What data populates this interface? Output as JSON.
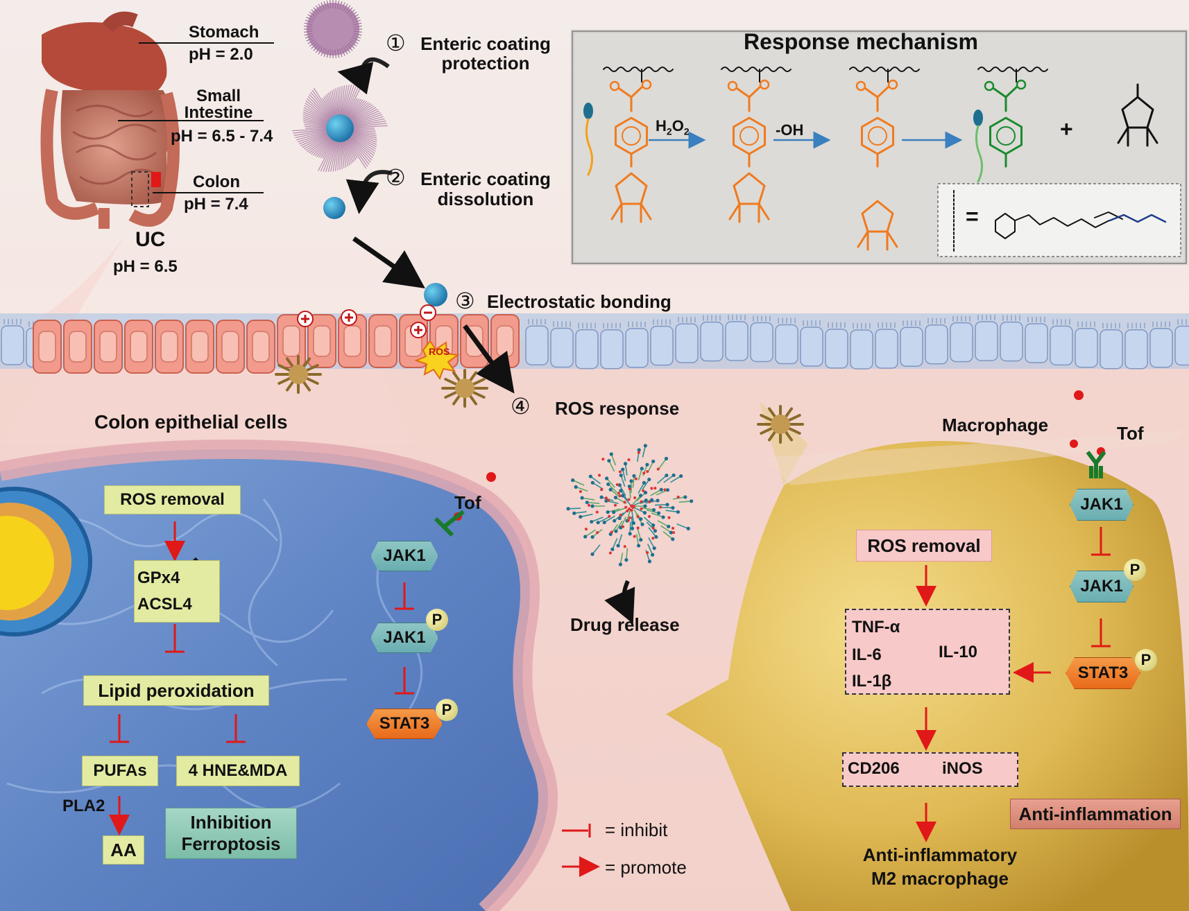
{
  "gut": {
    "stomach": "Stomach",
    "stomach_ph": "pH = 2.0",
    "small_intestine_1": "Small",
    "small_intestine_2": "Intestine",
    "small_intestine_ph": "pH = 6.5 - 7.4",
    "colon": "Colon",
    "colon_ph": "pH = 7.4",
    "uc": "UC",
    "uc_ph": "pH = 6.5"
  },
  "steps": {
    "n1": "①",
    "s1_line1": "Enteric coating",
    "s1_line2": "protection",
    "n2": "②",
    "s2_line1": "Enteric coating",
    "s2_line2": "dissolution",
    "n3": "③",
    "s3": "Electrostatic bonding",
    "n4": "④",
    "s4": "ROS response",
    "drug_release": "Drug release"
  },
  "mechanism": {
    "title": "Response mechanism",
    "h2o2": "H",
    "h2o2_sub": "2",
    "h2o2_o": "O",
    "h2o2_sub2": "2",
    "oh": "-OH",
    "plus": "+",
    "equals": "=",
    "ros": "ROS"
  },
  "epithelial": {
    "label": "Colon epithelial cells",
    "ros_removal": "ROS removal",
    "gpx4": "GPx4",
    "acsl4": "ACSL4",
    "lipid": "Lipid peroxidation",
    "pufas": "PUFAs",
    "hne": "4 HNE&MDA",
    "pla2": "PLA2",
    "aa": "AA",
    "inhibition_1": "Inhibition",
    "inhibition_2": "Ferroptosis",
    "tof": "Tof",
    "jak1": "JAK1",
    "jak1p": "JAK1",
    "stat3": "STAT3",
    "p": "P"
  },
  "macrophage": {
    "label": "Macrophage",
    "tof": "Tof",
    "jak1": "JAK1",
    "jak1p": "JAK1",
    "stat3": "STAT3",
    "p": "P",
    "ros_removal": "ROS removal",
    "tnf": "TNF-α",
    "il6": "IL-6",
    "il1b": "IL-1β",
    "il10": "IL-10",
    "cd206": "CD206",
    "inos": "iNOS",
    "anti_inflammation": "Anti-inflammation",
    "m2_line1": "Anti-inflammatory",
    "m2_line2": "M2 macrophage"
  },
  "legend": {
    "inhibit": "= inhibit",
    "promote": "= promote"
  },
  "colors": {
    "orange": "#f07a1e",
    "green": "#1a8a2e",
    "red": "#e01818",
    "teal": "#2c8f94",
    "salmon": "#e58e72"
  }
}
